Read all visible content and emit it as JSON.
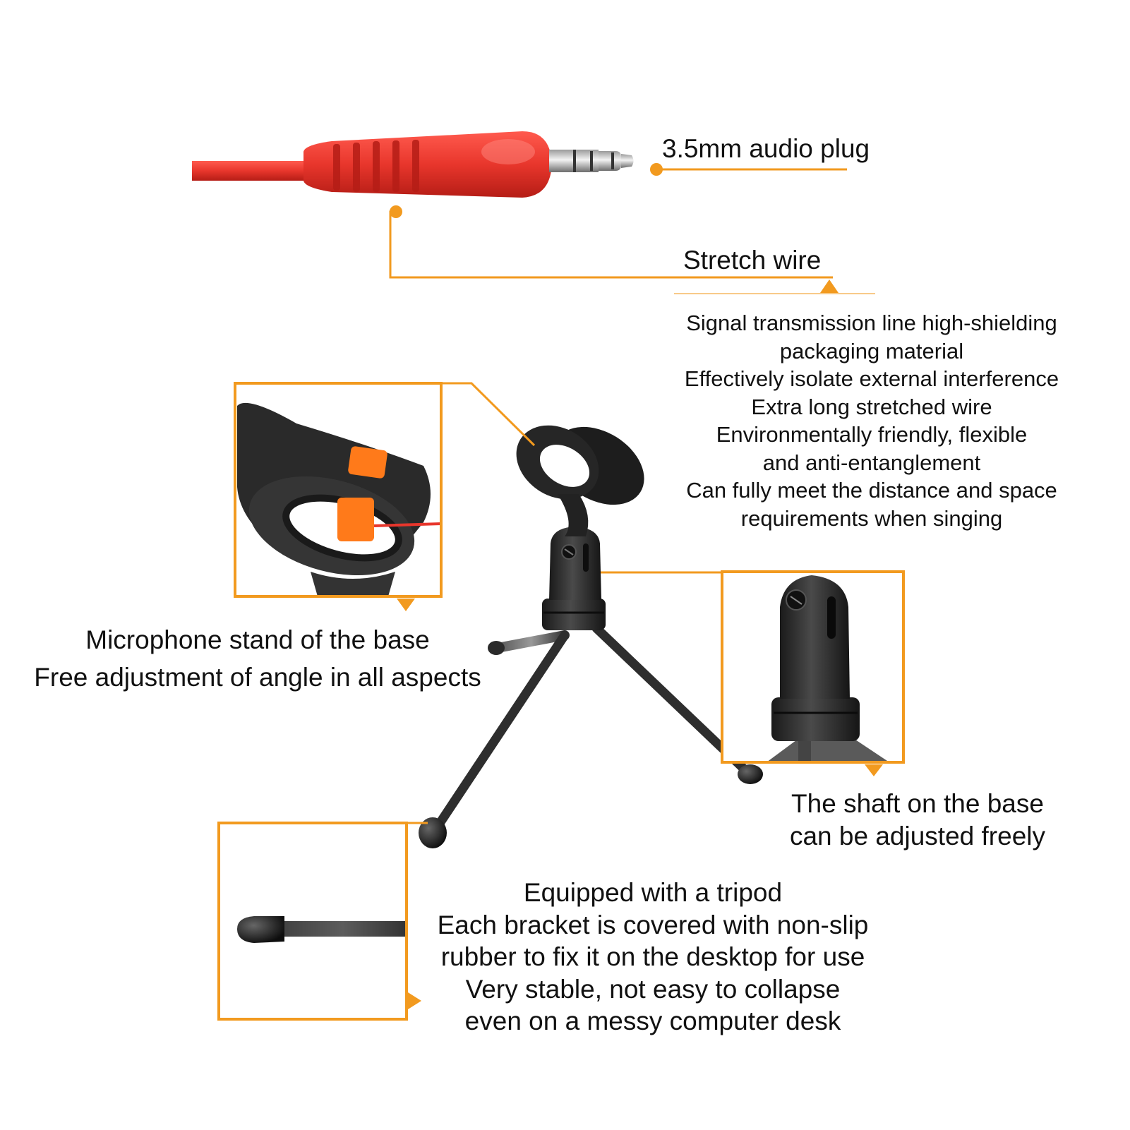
{
  "colors": {
    "accent": "#F29A1F",
    "plug_red": "#E8362C",
    "plastic": "#2a2a2a",
    "rubber_orange": "#FF7A1A"
  },
  "callouts": {
    "audio_plug": {
      "label": "3.5mm audio plug"
    },
    "stretch_wire": {
      "label": "Stretch wire",
      "lines": [
        "Signal transmission line high-shielding",
        "packaging material",
        "Effectively isolate external interference",
        "Extra long stretched wire",
        "Environmentally friendly, flexible",
        "and anti-entanglement",
        "Can fully meet the distance and space",
        "requirements when singing"
      ]
    },
    "stand_base": {
      "lines": [
        "Microphone stand of the base",
        "Free adjustment of angle in all aspects"
      ]
    },
    "shaft": {
      "lines": [
        "The shaft on the base",
        "can be adjusted freely"
      ]
    },
    "tripod": {
      "lines": [
        "Equipped with a tripod",
        "Each bracket is covered with non-slip",
        "rubber to fix it on the desktop for use",
        "Very stable, not easy to collapse",
        "even on a messy computer desk"
      ]
    }
  },
  "icons": [
    "audio-plug-icon",
    "microphone-clip-icon",
    "tripod-stand-icon",
    "rubber-foot-icon"
  ]
}
